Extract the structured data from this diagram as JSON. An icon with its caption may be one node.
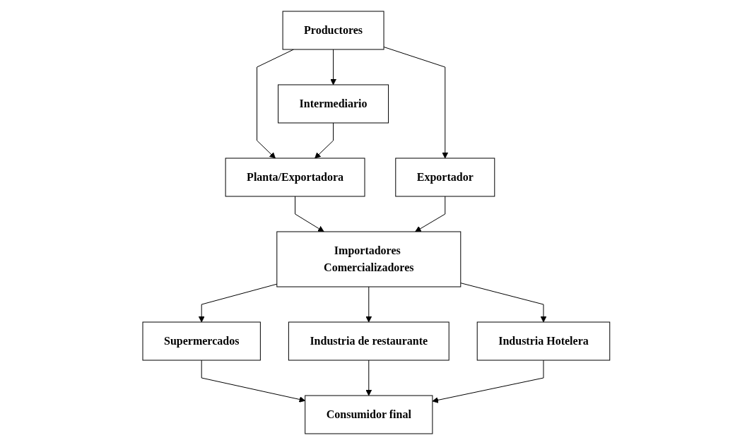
{
  "diagram": {
    "nodes": [
      {
        "text": [
          "Productores"
        ]
      },
      {
        "text": [
          "Planta/Exportadora"
        ]
      },
      {
        "text": [
          "Intermediario"
        ]
      },
      {
        "text": [
          "Exportador"
        ]
      },
      {
        "text": [
          "Importadores Comercializadores"
        ]
      },
      {
        "text": [
          "Supermercados"
        ]
      },
      {
        "text": [
          "Industria de restaurante"
        ]
      },
      {
        "text": [
          "Industria Hotelera"
        ]
      },
      {
        "text": [
          "Consumidor final"
        ]
      }
    ],
    "edges": [
      {
        "from": 0,
        "to": 1,
        "arrow": "to"
      },
      {
        "from": 0,
        "to": 2,
        "arrow": "to"
      },
      {
        "from": 0,
        "to": 3,
        "arrow": "to"
      },
      {
        "from": 2,
        "to": 1,
        "arrow": "to"
      },
      {
        "from": 1,
        "to": 4,
        "arrow": "to"
      },
      {
        "from": 3,
        "to": 4,
        "arrow": "to"
      },
      {
        "from": 4,
        "to": 5,
        "arrow": "to"
      },
      {
        "from": 4,
        "to": 6,
        "arrow": "to"
      },
      {
        "from": 4,
        "to": 7,
        "arrow": "to"
      },
      {
        "from": 5,
        "to": 8,
        "arrow": "to"
      },
      {
        "from": 6,
        "to": 8,
        "arrow": "to"
      },
      {
        "from": 7,
        "to": 8,
        "arrow": "to"
      }
    ]
  }
}
